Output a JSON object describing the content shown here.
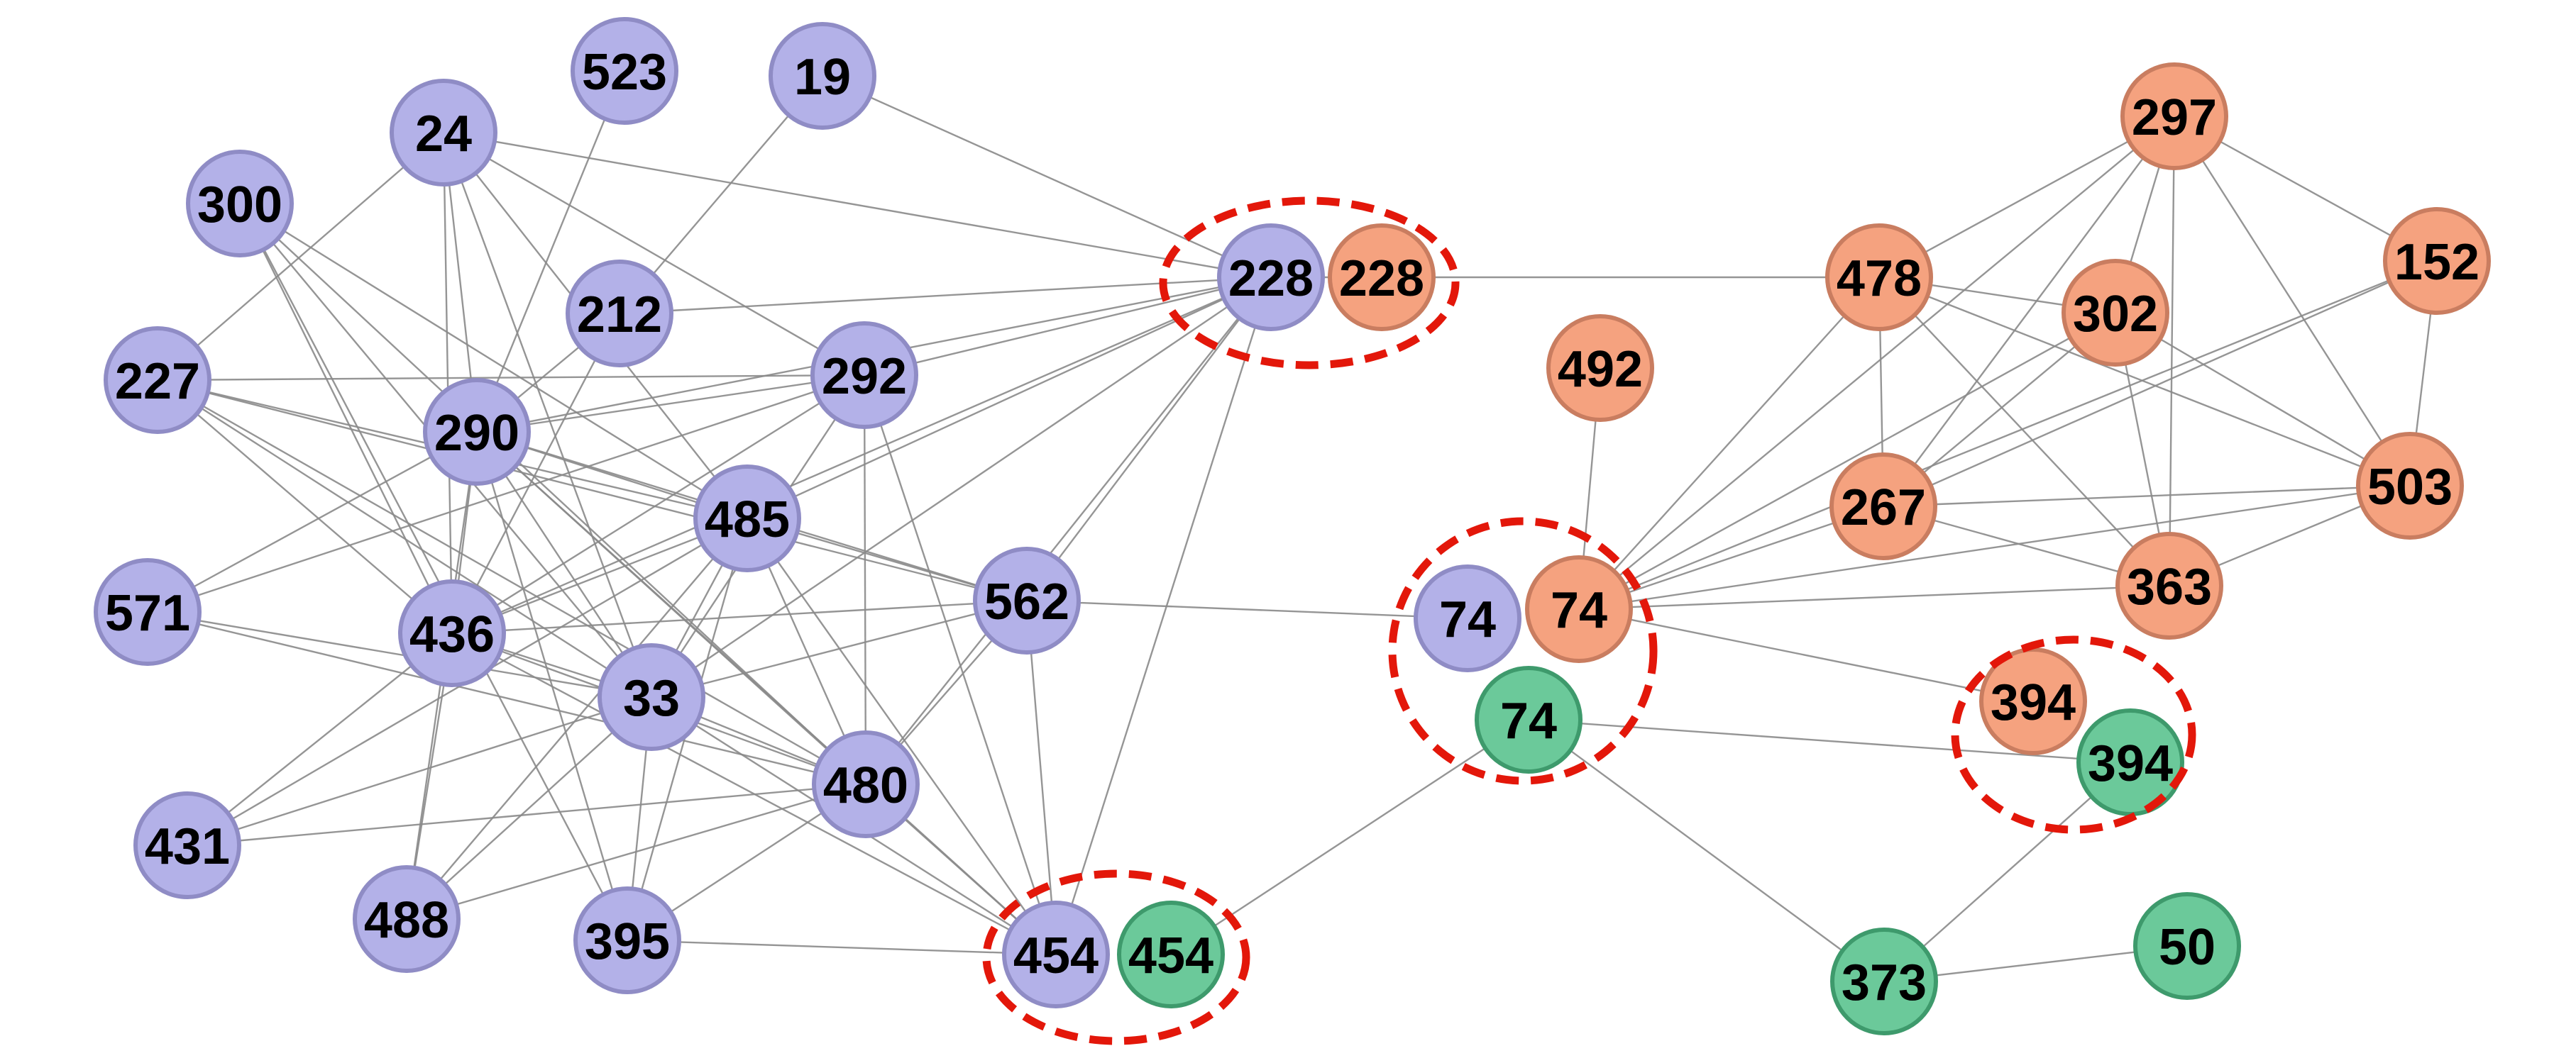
{
  "colors": {
    "purple_fill": "#B3B1E8",
    "purple_stroke": "#8F8CC5",
    "orange_fill": "#F5A27F",
    "orange_stroke": "#C97D60",
    "green_fill": "#6BC99A",
    "green_stroke": "#3E9A6C",
    "edge": "#8A8A8A",
    "highlight": "#E3170A"
  },
  "nodes": [
    {
      "id": "p19",
      "label": "19",
      "group": "purple"
    },
    {
      "id": "p523",
      "label": "523",
      "group": "purple"
    },
    {
      "id": "p24",
      "label": "24",
      "group": "purple"
    },
    {
      "id": "p300",
      "label": "300",
      "group": "purple"
    },
    {
      "id": "p212",
      "label": "212",
      "group": "purple"
    },
    {
      "id": "p227",
      "label": "227",
      "group": "purple"
    },
    {
      "id": "p290",
      "label": "290",
      "group": "purple"
    },
    {
      "id": "p292",
      "label": "292",
      "group": "purple"
    },
    {
      "id": "p485",
      "label": "485",
      "group": "purple"
    },
    {
      "id": "p571",
      "label": "571",
      "group": "purple"
    },
    {
      "id": "p436",
      "label": "436",
      "group": "purple"
    },
    {
      "id": "p33",
      "label": "33",
      "group": "purple"
    },
    {
      "id": "p562",
      "label": "562",
      "group": "purple"
    },
    {
      "id": "p480",
      "label": "480",
      "group": "purple"
    },
    {
      "id": "p431",
      "label": "431",
      "group": "purple"
    },
    {
      "id": "p488",
      "label": "488",
      "group": "purple"
    },
    {
      "id": "p395",
      "label": "395",
      "group": "purple"
    },
    {
      "id": "p228",
      "label": "228",
      "group": "purple"
    },
    {
      "id": "o228",
      "label": "228",
      "group": "orange"
    },
    {
      "id": "p454",
      "label": "454",
      "group": "purple"
    },
    {
      "id": "g454",
      "label": "454",
      "group": "green"
    },
    {
      "id": "p74",
      "label": "74",
      "group": "purple"
    },
    {
      "id": "o74",
      "label": "74",
      "group": "orange"
    },
    {
      "id": "g74",
      "label": "74",
      "group": "green"
    },
    {
      "id": "o492",
      "label": "492",
      "group": "orange"
    },
    {
      "id": "o478",
      "label": "478",
      "group": "orange"
    },
    {
      "id": "o297",
      "label": "297",
      "group": "orange"
    },
    {
      "id": "o302",
      "label": "302",
      "group": "orange"
    },
    {
      "id": "o152",
      "label": "152",
      "group": "orange"
    },
    {
      "id": "o267",
      "label": "267",
      "group": "orange"
    },
    {
      "id": "o503",
      "label": "503",
      "group": "orange"
    },
    {
      "id": "o363",
      "label": "363",
      "group": "orange"
    },
    {
      "id": "o394",
      "label": "394",
      "group": "orange"
    },
    {
      "id": "g394",
      "label": "394",
      "group": "green"
    },
    {
      "id": "g373",
      "label": "373",
      "group": "green"
    },
    {
      "id": "g50",
      "label": "50",
      "group": "green"
    }
  ],
  "edges": [
    [
      "p19",
      "p228"
    ],
    [
      "p19",
      "p212"
    ],
    [
      "p523",
      "p290"
    ],
    [
      "p24",
      "p228"
    ],
    [
      "p24",
      "p227"
    ],
    [
      "p24",
      "p290"
    ],
    [
      "p24",
      "p436"
    ],
    [
      "p24",
      "p33"
    ],
    [
      "p24",
      "p292"
    ],
    [
      "p24",
      "p485"
    ],
    [
      "p300",
      "p33"
    ],
    [
      "p300",
      "p480"
    ],
    [
      "p300",
      "p436"
    ],
    [
      "p300",
      "p485"
    ],
    [
      "p300",
      "p395"
    ],
    [
      "p212",
      "p228"
    ],
    [
      "p212",
      "p436"
    ],
    [
      "p212",
      "p290"
    ],
    [
      "p227",
      "p292"
    ],
    [
      "p227",
      "p485"
    ],
    [
      "p227",
      "p33"
    ],
    [
      "p227",
      "p480"
    ],
    [
      "p227",
      "p436"
    ],
    [
      "p227",
      "p562"
    ],
    [
      "p290",
      "p292"
    ],
    [
      "p290",
      "p485"
    ],
    [
      "p290",
      "p33"
    ],
    [
      "p290",
      "p480"
    ],
    [
      "p290",
      "p436"
    ],
    [
      "p290",
      "p395"
    ],
    [
      "p290",
      "p488"
    ],
    [
      "p290",
      "p228"
    ],
    [
      "p290",
      "p562"
    ],
    [
      "p290",
      "p454"
    ],
    [
      "p292",
      "p228"
    ],
    [
      "p292",
      "p436"
    ],
    [
      "p292",
      "p480"
    ],
    [
      "p292",
      "p454"
    ],
    [
      "p292",
      "p33"
    ],
    [
      "p292",
      "p571"
    ],
    [
      "p485",
      "p228"
    ],
    [
      "p485",
      "p436"
    ],
    [
      "p485",
      "p33"
    ],
    [
      "p485",
      "p480"
    ],
    [
      "p485",
      "p488"
    ],
    [
      "p485",
      "p431"
    ],
    [
      "p485",
      "p395"
    ],
    [
      "p485",
      "p562"
    ],
    [
      "p485",
      "p454"
    ],
    [
      "p571",
      "p33"
    ],
    [
      "p571",
      "p480"
    ],
    [
      "p571",
      "p290"
    ],
    [
      "p436",
      "p228"
    ],
    [
      "p436",
      "p33"
    ],
    [
      "p436",
      "p480"
    ],
    [
      "p436",
      "p488"
    ],
    [
      "p436",
      "p562"
    ],
    [
      "p436",
      "p454"
    ],
    [
      "p33",
      "p228"
    ],
    [
      "p33",
      "p480"
    ],
    [
      "p33",
      "p488"
    ],
    [
      "p33",
      "p395"
    ],
    [
      "p33",
      "p454"
    ],
    [
      "p33",
      "p562"
    ],
    [
      "p33",
      "p431"
    ],
    [
      "p562",
      "p228"
    ],
    [
      "p562",
      "p480"
    ],
    [
      "p562",
      "p454"
    ],
    [
      "p562",
      "p74"
    ],
    [
      "p480",
      "p454"
    ],
    [
      "p480",
      "p431"
    ],
    [
      "p480",
      "p395"
    ],
    [
      "p480",
      "p488"
    ],
    [
      "p480",
      "p228"
    ],
    [
      "p431",
      "p436"
    ],
    [
      "p395",
      "p454"
    ],
    [
      "p228",
      "p454"
    ],
    [
      "p228",
      "o228"
    ],
    [
      "o228",
      "o478"
    ],
    [
      "g454",
      "g74"
    ],
    [
      "o74",
      "o492"
    ],
    [
      "o74",
      "o297"
    ],
    [
      "o74",
      "o302"
    ],
    [
      "o74",
      "o267"
    ],
    [
      "o74",
      "o503"
    ],
    [
      "o74",
      "o363"
    ],
    [
      "o74",
      "o394"
    ],
    [
      "o74",
      "o478"
    ],
    [
      "o74",
      "o152"
    ],
    [
      "g74",
      "g394"
    ],
    [
      "g74",
      "g373"
    ],
    [
      "o478",
      "o297"
    ],
    [
      "o478",
      "o302"
    ],
    [
      "o478",
      "o267"
    ],
    [
      "o478",
      "o363"
    ],
    [
      "o478",
      "o503"
    ],
    [
      "o297",
      "o302"
    ],
    [
      "o297",
      "o363"
    ],
    [
      "o297",
      "o503"
    ],
    [
      "o297",
      "o152"
    ],
    [
      "o297",
      "o267"
    ],
    [
      "o302",
      "o267"
    ],
    [
      "o302",
      "o503"
    ],
    [
      "o302",
      "o363"
    ],
    [
      "o152",
      "o503"
    ],
    [
      "o152",
      "o267"
    ],
    [
      "o267",
      "o503"
    ],
    [
      "o267",
      "o363"
    ],
    [
      "o503",
      "o363"
    ],
    [
      "g394",
      "g373"
    ],
    [
      "g373",
      "g50"
    ]
  ],
  "highlight_groups": [
    {
      "name": "group-228",
      "members": [
        "p228",
        "o228"
      ]
    },
    {
      "name": "group-454",
      "members": [
        "p454",
        "g454"
      ]
    },
    {
      "name": "group-74",
      "members": [
        "p74",
        "o74",
        "g74"
      ]
    },
    {
      "name": "group-394",
      "members": [
        "o394",
        "g394"
      ]
    }
  ]
}
